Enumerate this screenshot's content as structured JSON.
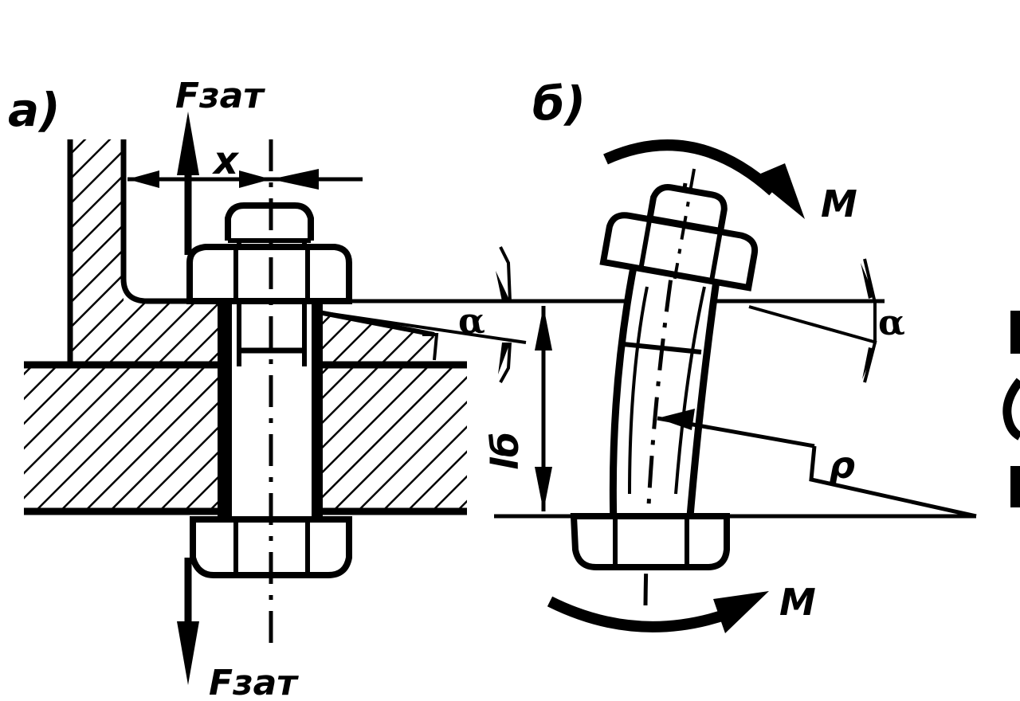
{
  "figure": {
    "panel_a_label": "а)",
    "panel_b_label": "б)",
    "force_top_label": "Fзат",
    "force_bottom_label": "Fзат",
    "offset_label": "x",
    "angle_label_a": "α",
    "angle_label_b": "α",
    "grip_length_label": "lб",
    "moment_top_label": "M",
    "moment_bottom_label": "M",
    "radius_label": "ρ"
  },
  "colors": {
    "ink": "#000000",
    "paper": "#ffffff"
  }
}
